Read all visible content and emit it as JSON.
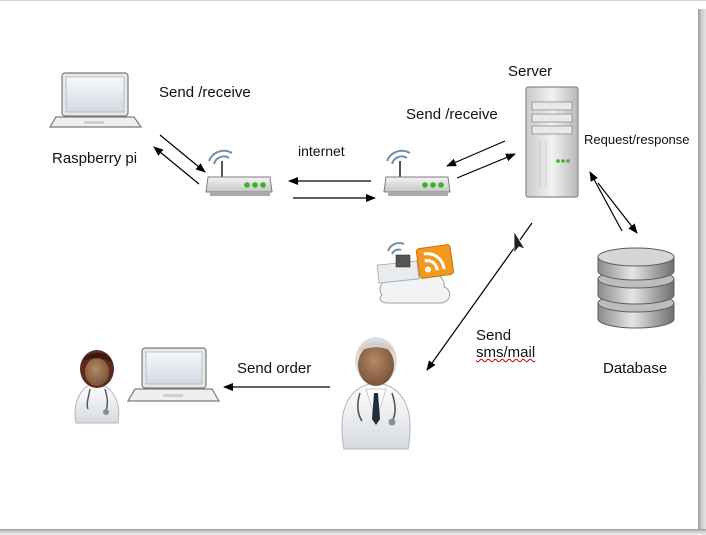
{
  "diagram": {
    "labels": {
      "raspberry": "Raspberry pi",
      "send_receive_left": "Send /receive",
      "internet": "internet",
      "send_receive_right": "Send /receive",
      "server": "Server",
      "request_response": "Request/response",
      "database": "Database",
      "send_word": "Send",
      "sms_mail": "sms/mail",
      "send_order": "Send order"
    },
    "icons": [
      "laptop-icon",
      "wifi-router-icon",
      "server-tower-icon",
      "database-icon",
      "rss-feed-cloud-icon",
      "doctor-icon",
      "nurse-icon"
    ],
    "colors": {
      "router_led": "#3fae2a",
      "rss_orange": "#f39a1e",
      "line": "#000000"
    }
  }
}
